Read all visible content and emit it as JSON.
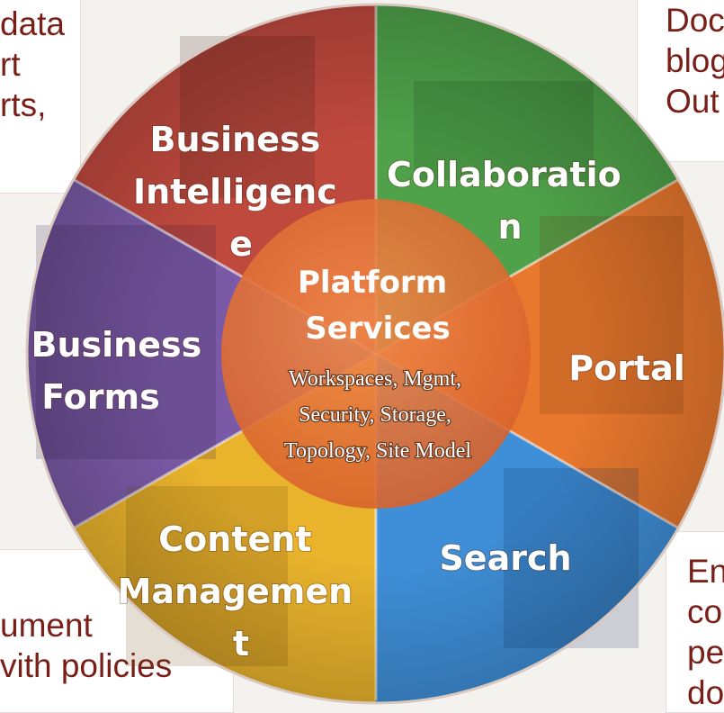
{
  "colors": {
    "business_intelligence": "#c0493e",
    "collaboration": "#4fa24a",
    "portal": "#e8782e",
    "search": "#3f8fd8",
    "content_management": "#e9b32c",
    "business_forms": "#7a5aa6",
    "center": "#e8743a",
    "side_text": "#7a1f18"
  },
  "segments": {
    "business_intelligence": [
      "Business",
      "Intelligenc",
      "e"
    ],
    "collaboration": [
      "Collaboratio",
      "n"
    ],
    "portal": [
      "Portal"
    ],
    "search": [
      "Search"
    ],
    "content_management": [
      "Content",
      "Managemen",
      "t"
    ],
    "business_forms": [
      "Business",
      "Forms"
    ]
  },
  "center": {
    "title": [
      "Platform",
      "Services"
    ],
    "subtitle": [
      "Workspaces, Mgmt,",
      "Security, Storage,",
      "Topology, Site Model"
    ]
  },
  "side_texts": {
    "top_left": [
      "data",
      "rt",
      "rts,"
    ],
    "top_right": [
      "Doc",
      "blog",
      "Out"
    ],
    "bottom_left": [
      "ument",
      "vith policies"
    ],
    "bottom_right": [
      "En",
      "co",
      "pe",
      "do"
    ]
  }
}
